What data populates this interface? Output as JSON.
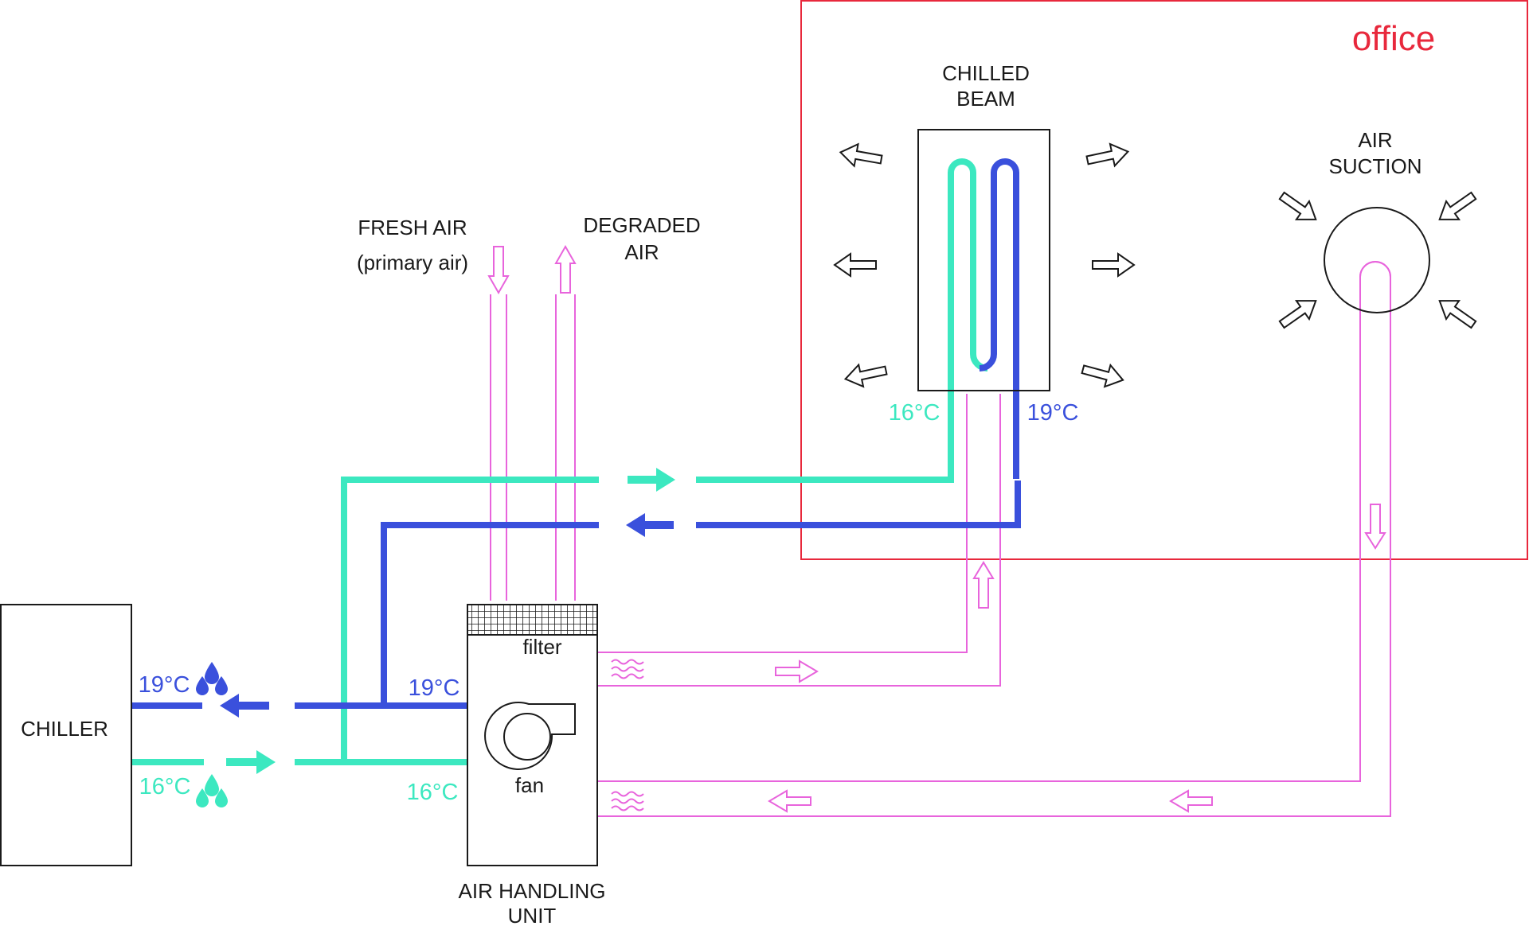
{
  "office": {
    "label": "office"
  },
  "chilled_beam": {
    "line1": "CHILLED",
    "line2": "BEAM"
  },
  "air_suction": {
    "line1": "AIR",
    "line2": "SUCTION"
  },
  "fresh_air": {
    "line1": "FRESH AIR",
    "line2": "(primary air)"
  },
  "degraded_air": {
    "line1": "DEGRADED",
    "line2": "AIR"
  },
  "chiller": {
    "label": "CHILLER"
  },
  "ahu": {
    "filter": "filter",
    "fan": "fan",
    "line1": "AIR HANDLING",
    "line2": "UNIT"
  },
  "temps": {
    "beam_supply": "16°C",
    "beam_return": "19°C",
    "chiller_return": "19°C",
    "chiller_supply": "16°C",
    "ahu_return": "19°C",
    "ahu_supply": "16°C"
  },
  "colors": {
    "office_border": "#e8283c",
    "office_text": "#e8283c",
    "chilled_water": "#3ce8c0",
    "return_water": "#3a50dc",
    "air_duct": "#e864dc",
    "outline": "#1a1a1a"
  }
}
